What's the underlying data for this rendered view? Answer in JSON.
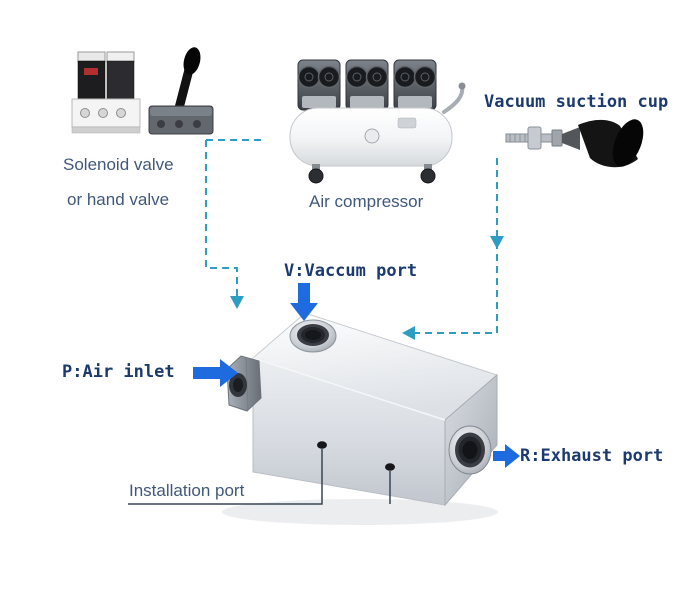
{
  "diagram": {
    "components": {
      "solenoid_valve": {
        "caption_line1": "Solenoid valve",
        "caption_line2": "or hand valve"
      },
      "air_compressor": {
        "caption": "Air compressor"
      },
      "suction_cup": {
        "caption": "Vacuum suction cup"
      },
      "generator": {
        "vacuum_port_label": "V:Vaccum port",
        "air_inlet_label": "P:Air inlet",
        "exhaust_port_label": "R:Exhaust port",
        "installation_port_label": "Installation port"
      }
    },
    "colors": {
      "connection_dashed": "#2d9dc3",
      "arrow": "#1e6be0",
      "port_label_text": "#1c3a6e",
      "caption_text": "#41587a"
    }
  }
}
